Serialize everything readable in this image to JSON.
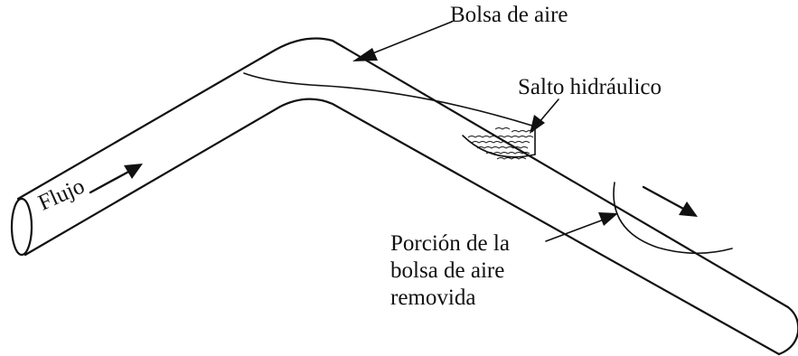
{
  "labels": {
    "air_pocket": "Bolsa de aire",
    "hydraulic_jump": "Salto hidráulico",
    "flow": "Flujo",
    "removed_portion": [
      "Porción de la",
      "bolsa de aire",
      "removida"
    ]
  },
  "colors": {
    "stroke": "#111111",
    "background": "#ffffff"
  }
}
